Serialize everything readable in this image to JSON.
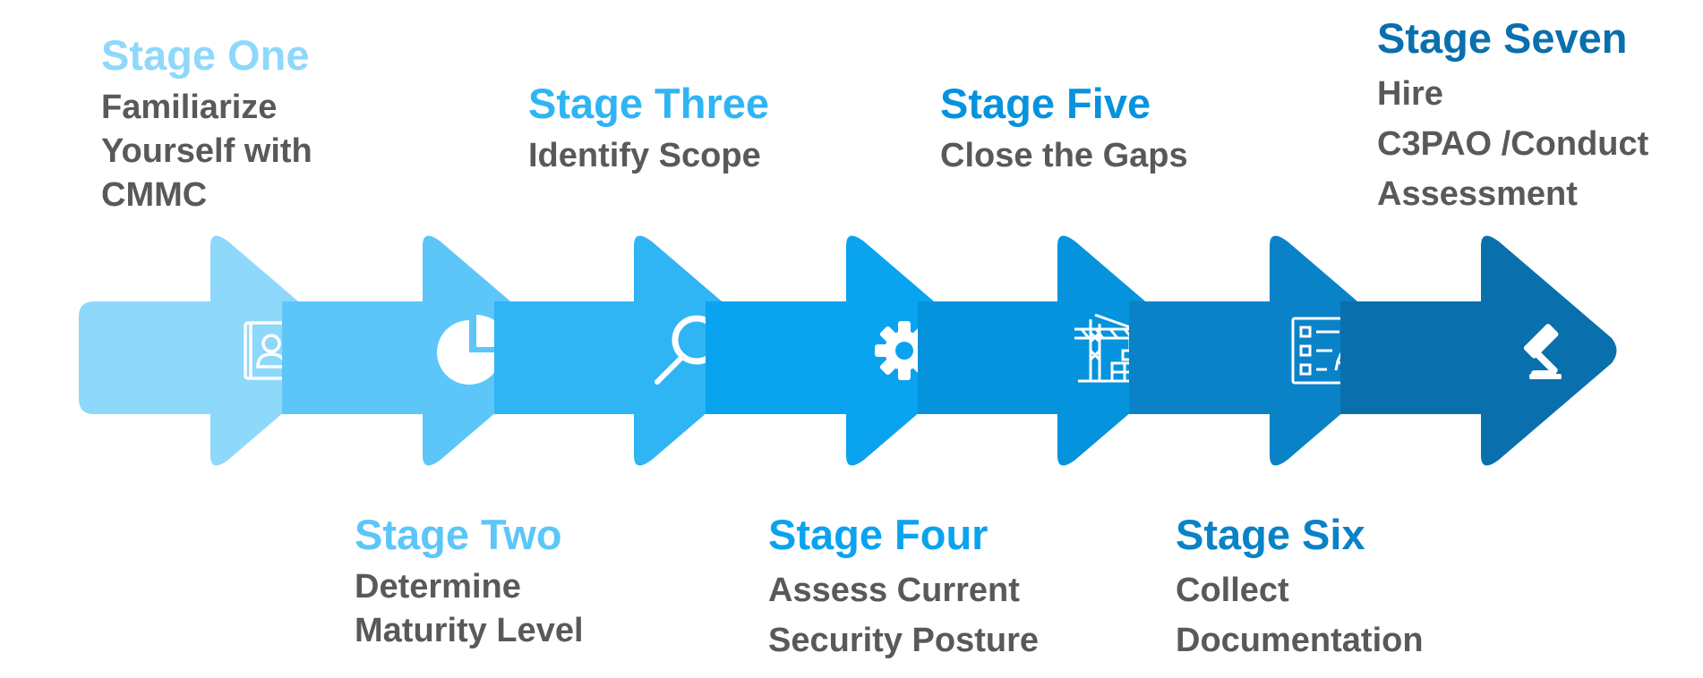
{
  "stages": [
    {
      "title": "Stage One",
      "lines": [
        "Familiarize",
        "Yourself with",
        "CMMC"
      ],
      "color": "#8ed8fb",
      "icon": "contact-book-icon"
    },
    {
      "title": "Stage Two",
      "lines": [
        "Determine",
        "Maturity Level"
      ],
      "color": "#5cc6f8",
      "icon": "pie-chart-icon"
    },
    {
      "title": "Stage Three",
      "lines": [
        "Identify Scope"
      ],
      "color": "#2fb4f4",
      "icon": "magnifier-icon"
    },
    {
      "title": "Stage Four",
      "lines": [
        "Assess Current",
        "Security Posture"
      ],
      "color": "#0aa3ef",
      "icon": "gear-icon"
    },
    {
      "title": "Stage Five",
      "lines": [
        "Close the Gaps"
      ],
      "color": "#0593dd",
      "icon": "construction-crane-icon"
    },
    {
      "title": "Stage Six",
      "lines": [
        "Collect",
        "Documentation"
      ],
      "color": "#0982c7",
      "icon": "checklist-icon"
    },
    {
      "title": "Stage Seven",
      "lines": [
        "Hire",
        "C3PAO /Conduct",
        "Assessment"
      ],
      "color": "#0a6fad",
      "icon": "gavel-icon"
    }
  ],
  "text_color": "#595959"
}
